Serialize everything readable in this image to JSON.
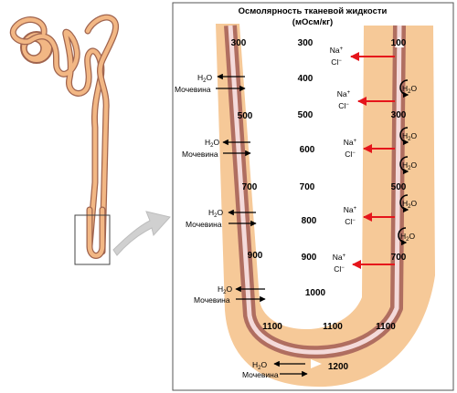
{
  "title": "Осмолярность тканевой жидкости",
  "units": "(мОсм/кг)",
  "labels": {
    "water": "H",
    "water_sub": "2",
    "water_end": "O",
    "urea": "Мочевина",
    "sodium": "Na",
    "sodium_sup": "+",
    "chloride": "Cl",
    "chloride_sup": "−"
  },
  "descending_limb_values": [
    "300",
    "500",
    "700",
    "900",
    "1100"
  ],
  "interstitial_values": [
    "300",
    "400",
    "500",
    "600",
    "700",
    "800",
    "900",
    "1000",
    "1100",
    "1200"
  ],
  "ascending_limb_values": [
    "100",
    "300",
    "500",
    "700",
    "1100"
  ],
  "colors": {
    "tissue": "#f6c998",
    "tubule_wall": "#b06e60",
    "lumen": "#f4dada",
    "nephron": "#f2b784",
    "nephron_outline": "#a0644e",
    "sodium_arrow": "#e5151b",
    "frame": "#555555"
  }
}
